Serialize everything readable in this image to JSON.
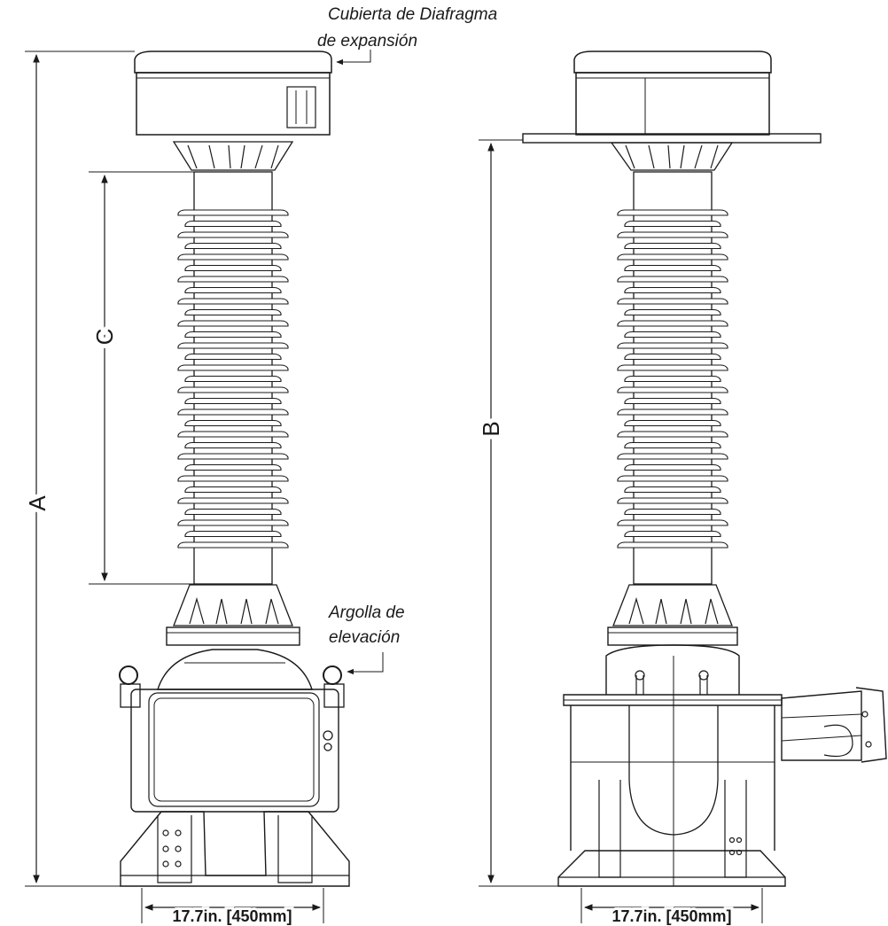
{
  "labels": {
    "cover_line1": "Cubierta de Diafragma",
    "cover_line2": "de expansión",
    "lifting_line1": "Argolla de",
    "lifting_line2": "elevación",
    "dim_a": "A",
    "dim_b": "B",
    "dim_c": "C",
    "width_left": "17.7in. [450mm]",
    "width_right": "17.7in. [450mm]"
  },
  "colors": {
    "line": "#1a1a1a",
    "fill": "#ffffff"
  }
}
